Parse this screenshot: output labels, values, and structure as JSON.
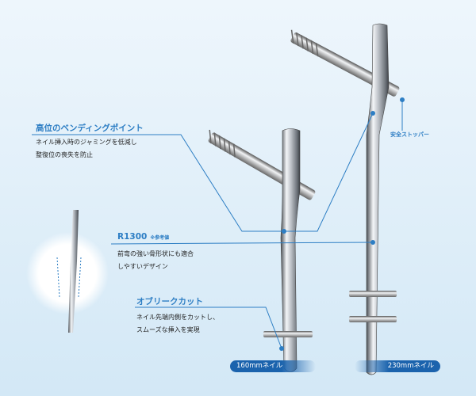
{
  "callouts": {
    "bending": {
      "title": "高位のベンディングポイント",
      "lines": [
        "ネイル挿入時のジャミングを低減し",
        "整復位の喪失を防止"
      ]
    },
    "radius": {
      "title": "R1300",
      "note": "※参考値",
      "lines": [
        "前弯の強い骨形状にも適合",
        "しやすいデザイン"
      ]
    },
    "oblique": {
      "title": "オブリークカット",
      "lines": [
        "ネイル先端内側をカットし、",
        "スムーズな挿入を実現"
      ]
    },
    "stopper": {
      "title": "安全ストッパー"
    }
  },
  "nails": {
    "short": "160mmネイル",
    "long": "230mmネイル"
  },
  "colors": {
    "accent": "#2d7ec4",
    "pill": "#1b63ad"
  }
}
